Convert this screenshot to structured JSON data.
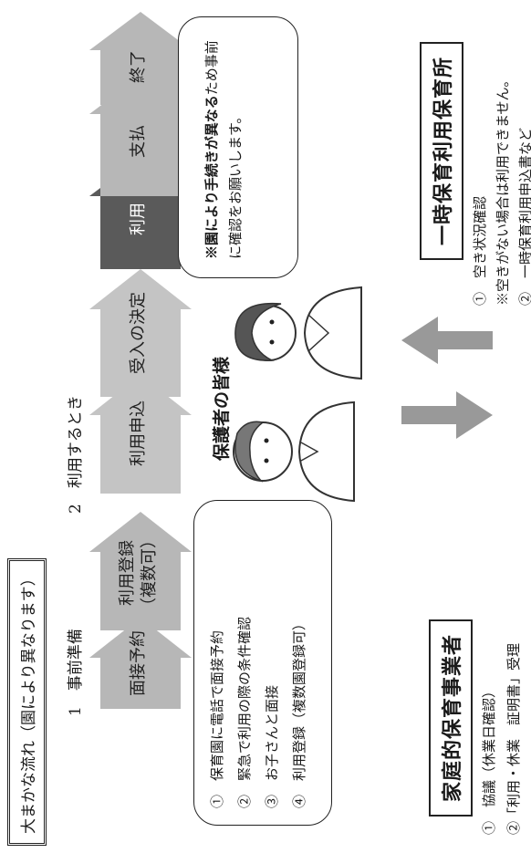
{
  "title": "大まかな流れ（園により異なります）",
  "steps": {
    "step1": "1　事前準備",
    "step2": "2　利用するとき"
  },
  "arrows": [
    {
      "label": "面接予約"
    },
    {
      "label": "利用登録\n（複数可）"
    },
    {
      "label": "利用申込"
    },
    {
      "label": "受入の決定"
    },
    {
      "label": "利用"
    },
    {
      "label": "支払"
    },
    {
      "label": "終了"
    }
  ],
  "prep_list": [
    "①　保育園に電話で面接予約",
    "②　緊急で利用の際の条件確認",
    "③　お子さんと面接",
    "④　利用登録（複数園登録可）"
  ],
  "note": {
    "bold": "※園により手続きが異な",
    "rest_bold": "る",
    "rest": "ため事前に確認をお願いします。"
  },
  "parents_label": "保護者の皆様",
  "left_section": {
    "title": "家庭的保育事業者",
    "items": [
      "①　協議（休業日確認）",
      "②「利用・休業　証明書」受理"
    ]
  },
  "right_section": {
    "title": "一時保育利用保育所",
    "items": [
      "①　空き状況確認",
      "※空きがない場合は利用できません。",
      "②　一時保育利用申込書など"
    ]
  }
}
